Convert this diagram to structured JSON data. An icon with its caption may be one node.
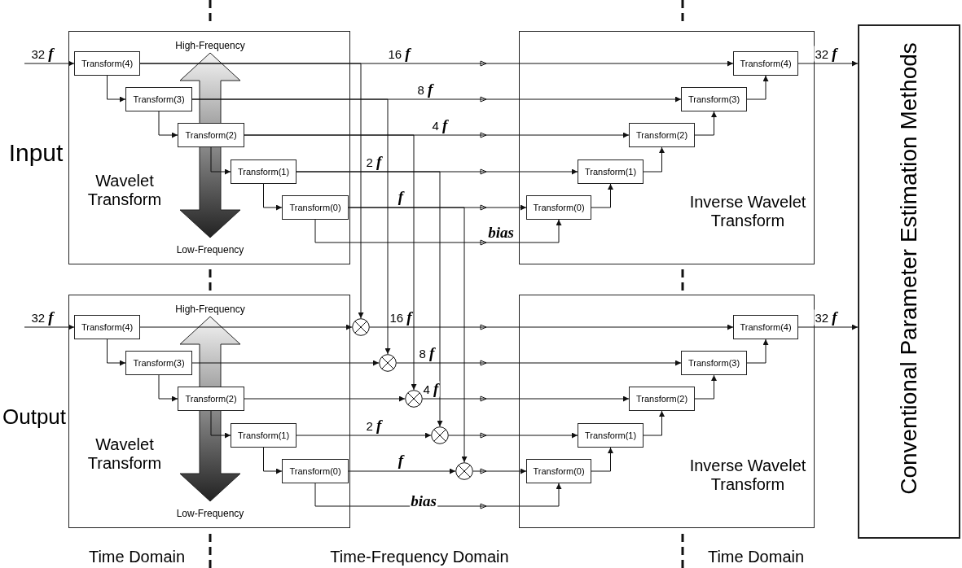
{
  "diagram": {
    "nodes": [
      {
        "text": [
          "Wavelet Transform"
        ]
      },
      {
        "text": [
          "Transform(4)"
        ],
        "in": 0
      },
      {
        "text": [
          "Transform(3)"
        ],
        "in": 0
      },
      {
        "text": [
          "Transform(2)"
        ],
        "in": 0
      },
      {
        "text": [
          "Transform(1)"
        ],
        "in": 0
      },
      {
        "text": [
          "Transform(0)"
        ],
        "in": 0
      },
      {
        "text": [
          "Inverse Wavelet Transform"
        ]
      },
      {
        "text": [
          "Transform(4)"
        ],
        "in": 6
      },
      {
        "text": [
          "Transform(3)"
        ],
        "in": 6
      },
      {
        "text": [
          "Transform(2)"
        ],
        "in": 6
      },
      {
        "text": [
          "Transform(1)"
        ],
        "in": 6
      },
      {
        "text": [
          "Transform(0)"
        ],
        "in": 6
      },
      {
        "text": [
          "Wavelet Transform"
        ]
      },
      {
        "text": [
          "Transform(4)"
        ],
        "in": 12
      },
      {
        "text": [
          "Transform(3)"
        ],
        "in": 12
      },
      {
        "text": [
          "Transform(2)"
        ],
        "in": 12
      },
      {
        "text": [
          "Transform(1)"
        ],
        "in": 12
      },
      {
        "text": [
          "Transform(0)"
        ],
        "in": 12
      },
      {
        "text": [],
        "shape": "circle"
      },
      {
        "text": [],
        "shape": "circle"
      },
      {
        "text": [],
        "shape": "circle"
      },
      {
        "text": [],
        "shape": "circle"
      },
      {
        "text": [],
        "shape": "circle"
      },
      {
        "text": [
          "Inverse Wavelet Transform"
        ]
      },
      {
        "text": [
          "Transform(4)"
        ],
        "in": 23
      },
      {
        "text": [
          "Transform(3)"
        ],
        "in": 23
      },
      {
        "text": [
          "Transform(2)"
        ],
        "in": 23
      },
      {
        "text": [
          "Transform(1)"
        ],
        "in": 23
      },
      {
        "text": [
          "Transform(0)"
        ],
        "in": 23
      },
      {
        "text": [
          "Conventional Parameter Estimation Methods"
        ]
      }
    ],
    "edges": [
      {
        "from": null,
        "to": 1,
        "arrow": "to",
        "label": "32 *f*"
      },
      {
        "from": 1,
        "to": 2,
        "arrow": "to"
      },
      {
        "from": 2,
        "to": 3,
        "arrow": "to"
      },
      {
        "from": 3,
        "to": 4,
        "arrow": "to"
      },
      {
        "from": 4,
        "to": 5,
        "arrow": "to"
      },
      {
        "from": 1,
        "to": 7,
        "arrow": "to",
        "label": "16 *f*"
      },
      {
        "from": 2,
        "to": 8,
        "arrow": "to",
        "label": "8 *f*"
      },
      {
        "from": 3,
        "to": 9,
        "arrow": "to",
        "label": "4 *f*"
      },
      {
        "from": 4,
        "to": 10,
        "arrow": "to",
        "label": "2 *f*"
      },
      {
        "from": 5,
        "to": 11,
        "arrow": "to",
        "label": "f"
      },
      {
        "from": 5,
        "to": 11,
        "arrow": "to",
        "label": "bias"
      },
      {
        "from": 1,
        "to": 18,
        "arrow": "to"
      },
      {
        "from": 2,
        "to": 19,
        "arrow": "to"
      },
      {
        "from": 3,
        "to": 20,
        "arrow": "to"
      },
      {
        "from": 4,
        "to": 21,
        "arrow": "to"
      },
      {
        "from": 5,
        "to": 22,
        "arrow": "to"
      },
      {
        "from": 11,
        "to": 10,
        "arrow": "to"
      },
      {
        "from": 10,
        "to": 9,
        "arrow": "to"
      },
      {
        "from": 9,
        "to": 8,
        "arrow": "to"
      },
      {
        "from": 8,
        "to": 7,
        "arrow": "to"
      },
      {
        "from": 7,
        "to": 29,
        "arrow": "to",
        "label": "32 *f*"
      },
      {
        "from": null,
        "to": 13,
        "arrow": "to",
        "label": "32 *f*"
      },
      {
        "from": 13,
        "to": 14,
        "arrow": "to"
      },
      {
        "from": 14,
        "to": 15,
        "arrow": "to"
      },
      {
        "from": 15,
        "to": 16,
        "arrow": "to"
      },
      {
        "from": 16,
        "to": 17,
        "arrow": "to"
      },
      {
        "from": 13,
        "to": 18,
        "arrow": "to"
      },
      {
        "from": 14,
        "to": 19,
        "arrow": "to"
      },
      {
        "from": 15,
        "to": 20,
        "arrow": "to"
      },
      {
        "from": 16,
        "to": 21,
        "arrow": "to",
        "label": "2 *f*"
      },
      {
        "from": 17,
        "to": 22,
        "arrow": "to",
        "label": "f"
      },
      {
        "from": 18,
        "to": 24,
        "arrow": "to",
        "label": "16 *f*"
      },
      {
        "from": 19,
        "to": 25,
        "arrow": "to",
        "label": "8 *f*"
      },
      {
        "from": 20,
        "to": 26,
        "arrow": "to",
        "label": "4 *f*"
      },
      {
        "from": 21,
        "to": 27,
        "arrow": "to"
      },
      {
        "from": 22,
        "to": 28,
        "arrow": "to"
      },
      {
        "from": 17,
        "to": 28,
        "arrow": "to",
        "label": "bias"
      },
      {
        "from": 28,
        "to": 27,
        "arrow": "to"
      },
      {
        "from": 27,
        "to": 26,
        "arrow": "to"
      },
      {
        "from": 26,
        "to": 25,
        "arrow": "to"
      },
      {
        "from": 25,
        "to": 24,
        "arrow": "to"
      },
      {
        "from": 24,
        "to": 29,
        "arrow": "to",
        "label": "32 *f*"
      }
    ],
    "labels": [
      "Input",
      "High-Frequency",
      "Low-Frequency",
      "Output",
      "High-Frequency",
      "Low-Frequency",
      "Time Domain",
      "Time-Frequency Domain",
      "Time Domain"
    ]
  }
}
